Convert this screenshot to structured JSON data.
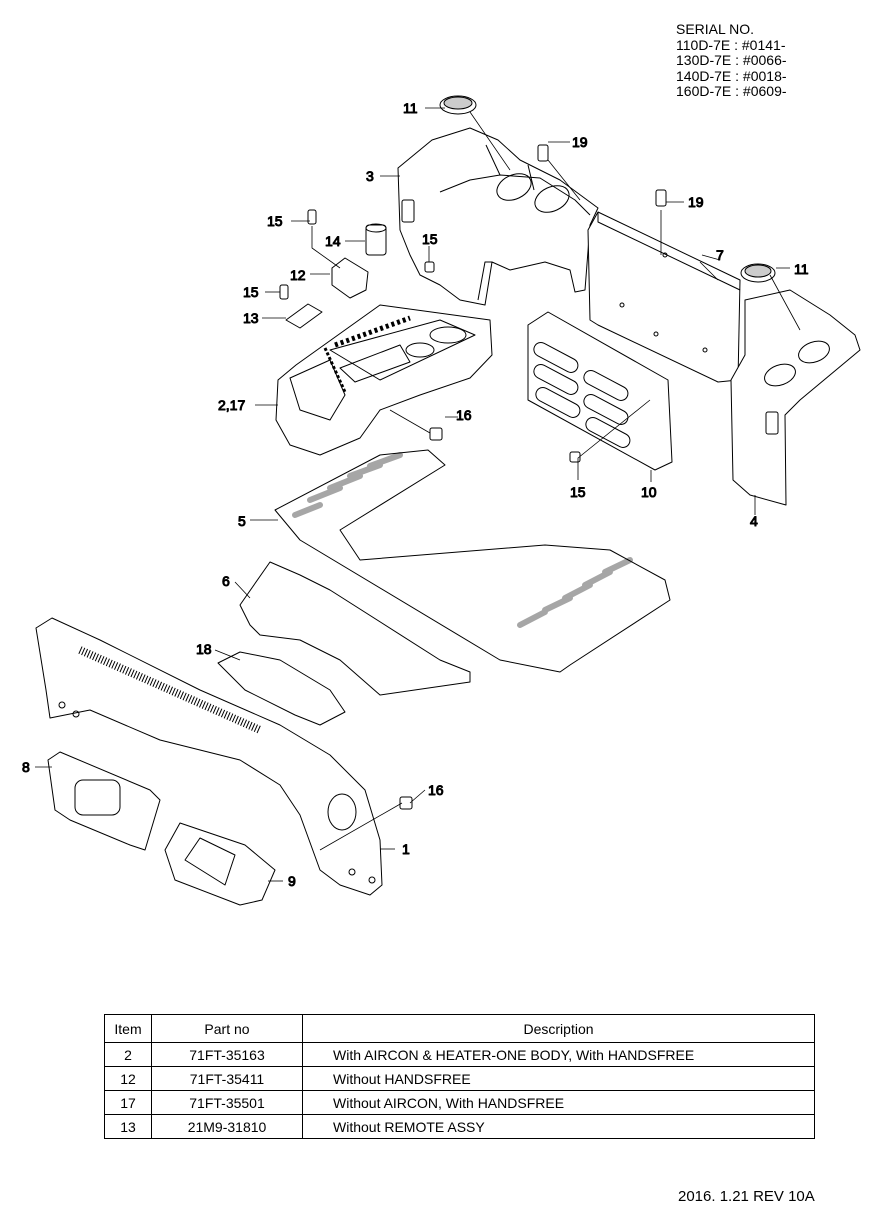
{
  "serial": {
    "title": "SERIAL NO.",
    "lines": [
      "110D-7E : #0141-",
      "130D-7E : #0066-",
      "140D-7E : #0018-",
      "160D-7E : #0609-"
    ]
  },
  "callouts": {
    "c11a": "11",
    "c19a": "19",
    "c3": "3",
    "c19b": "19",
    "c15a": "15",
    "c14": "14",
    "c15b": "15",
    "c7": "7",
    "c11b": "11",
    "c12": "12",
    "c15c": "15",
    "c13": "13",
    "c2_17": "2,17",
    "c16a": "16",
    "c15d": "15",
    "c10": "10",
    "c4": "4",
    "c5": "5",
    "c6": "6",
    "c18": "18",
    "c8": "8",
    "c16b": "16",
    "c1": "1",
    "c9": "9"
  },
  "table": {
    "headers": {
      "item": "Item",
      "part": "Part no",
      "desc": "Description"
    },
    "rows": [
      {
        "item": "2",
        "part": "71FT-35163",
        "desc": "With AIRCON & HEATER-ONE BODY, With HANDSFREE"
      },
      {
        "item": "12",
        "part": "71FT-35411",
        "desc": "Without HANDSFREE"
      },
      {
        "item": "17",
        "part": "71FT-35501",
        "desc": "Without AIRCON, With HANDSFREE"
      },
      {
        "item": "13",
        "part": "21M9-31810",
        "desc": "Without REMOTE ASSY"
      }
    ]
  },
  "footer": "2016. 1.21 REV 10A"
}
